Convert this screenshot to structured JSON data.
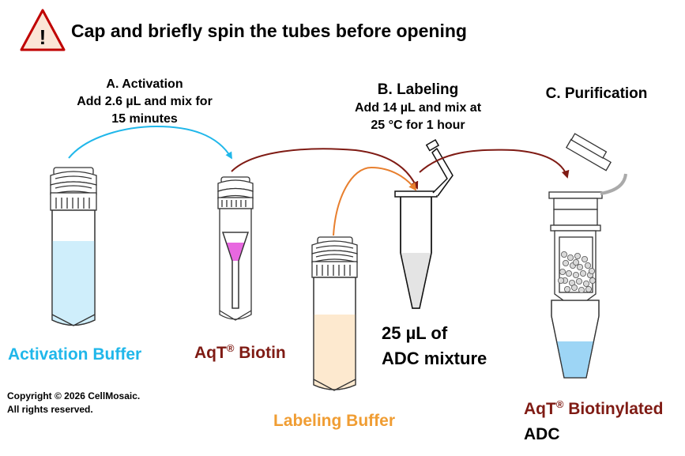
{
  "warning": {
    "symbol": "!",
    "text": "Cap and briefly spin the tubes before opening"
  },
  "steps": [
    {
      "id": "activation",
      "heading": "A.  Activation",
      "lines": [
        "Add 2.6 µL and mix for",
        "15 minutes"
      ]
    },
    {
      "id": "labeling",
      "heading": "B. Labeling",
      "lines": [
        "Add 14 µL and mix  at",
        "25 °C for 1 hour"
      ]
    },
    {
      "id": "purification",
      "heading": "C. Purification",
      "lines": []
    }
  ],
  "labels": {
    "activation_buffer": "Activation Buffer",
    "aqt_biotin_prefix": "AqT",
    "aqt_biotin_reg": "®",
    "aqt_biotin_suffix": " Biotin",
    "labeling_buffer": "Labeling Buffer",
    "mixture_line1": "25 µL of",
    "mixture_line2": "ADC mixture",
    "product_prefix": "AqT",
    "product_reg": "®",
    "product_suffix": " Biotinylated",
    "product_line2": "ADC"
  },
  "copyright": {
    "line1": "Copyright © 2026 CellMosaic.",
    "line2": "All rights reserved."
  },
  "colors": {
    "activation": "#20b7ea",
    "biotin": "#7f1b14",
    "labeling": "#f09d33",
    "arrow_orange": "#e87f2e",
    "warning_fill": "#fbe5d6",
    "warning_stroke": "#c00000",
    "liquid_blue": "#cfeefb",
    "liquid_pink": "#e868e0",
    "liquid_peach": "#fde9cf",
    "liquid_grey": "#e4e4e4",
    "eluate_blue": "#9dd5f5"
  }
}
